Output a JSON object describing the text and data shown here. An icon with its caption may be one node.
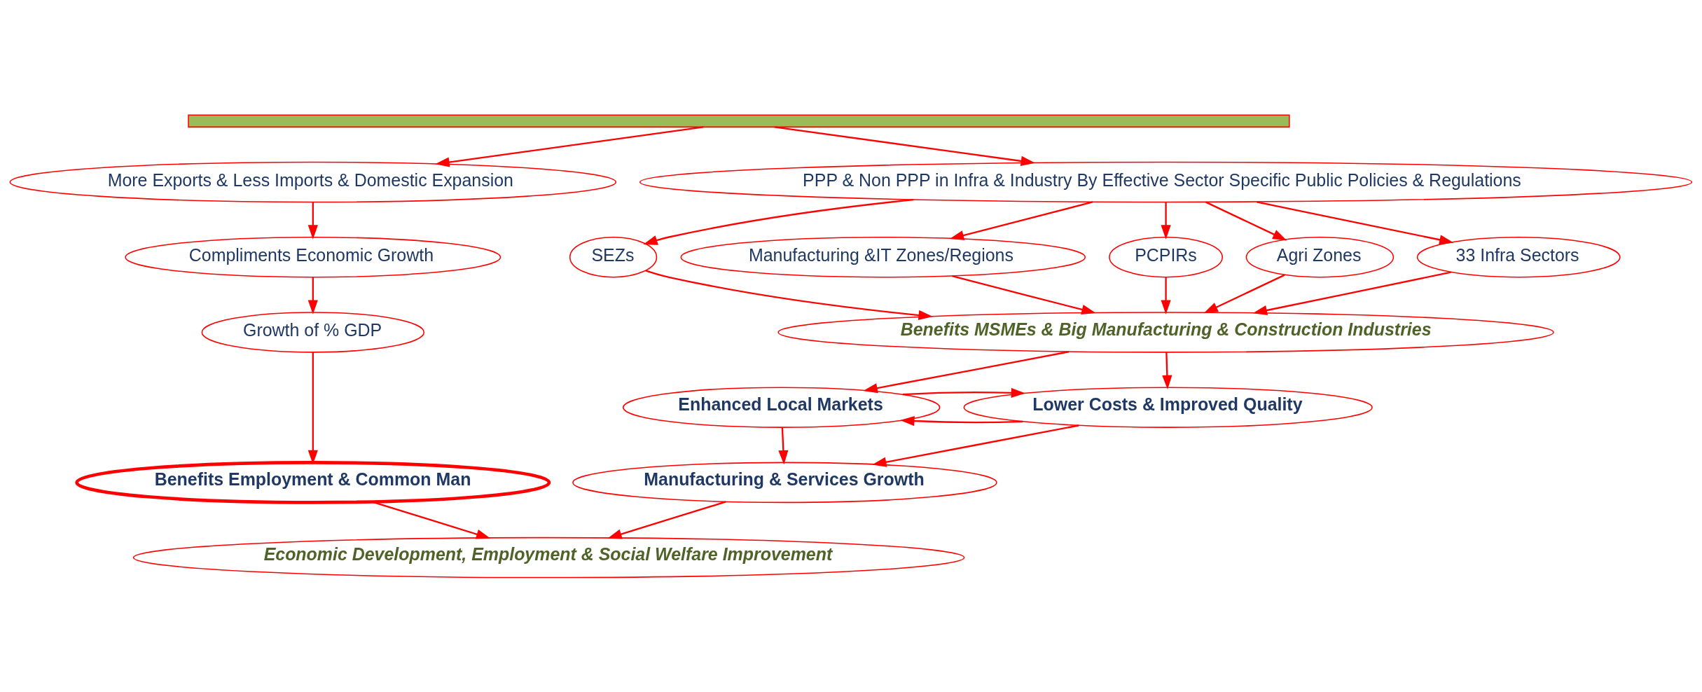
{
  "diagram": {
    "nodes": [
      {
        "text": [],
        "shape": "box"
      },
      {
        "text": [
          "More Exports & Less Imports & Domestic Expansion"
        ]
      },
      {
        "text": [
          "Compliments Economic Growth"
        ]
      },
      {
        "text": [
          "Growth of % GDP"
        ]
      },
      {
        "text": [
          "Benefits Employment & Common Man"
        ]
      },
      {
        "text": [
          "PPP & Non PPP in Infra & Industry By Effective Sector Specific Public Policies & Regulations"
        ]
      },
      {
        "text": [
          "SEZs"
        ]
      },
      {
        "text": [
          "Manufacturing &IT Zones/Regions"
        ]
      },
      {
        "text": [
          "PCPIRs"
        ]
      },
      {
        "text": [
          "Agri Zones"
        ]
      },
      {
        "text": [
          "33 Infra Sectors"
        ]
      },
      {
        "text": [
          "Benefits MSMEs & Big Manufacturing & Construction Industries"
        ]
      },
      {
        "text": [
          "Enhanced Local Markets"
        ]
      },
      {
        "text": [
          "Lower Costs & Improved Quality"
        ]
      },
      {
        "text": [
          "Manufacturing & Services Growth"
        ]
      },
      {
        "text": [
          "Economic Development, Employment & Social Welfare Improvement"
        ]
      }
    ],
    "edges": [
      {
        "from": 0,
        "to": 1,
        "arrow": "to"
      },
      {
        "from": 0,
        "to": 5,
        "arrow": "to"
      },
      {
        "from": 1,
        "to": 2,
        "arrow": "to"
      },
      {
        "from": 2,
        "to": 3,
        "arrow": "to"
      },
      {
        "from": 3,
        "to": 4,
        "arrow": "to"
      },
      {
        "from": 4,
        "to": 15,
        "arrow": "to"
      },
      {
        "from": 5,
        "to": 6,
        "arrow": "to"
      },
      {
        "from": 5,
        "to": 7,
        "arrow": "to"
      },
      {
        "from": 5,
        "to": 8,
        "arrow": "to"
      },
      {
        "from": 5,
        "to": 9,
        "arrow": "to"
      },
      {
        "from": 5,
        "to": 10,
        "arrow": "to"
      },
      {
        "from": 6,
        "to": 11,
        "arrow": "to"
      },
      {
        "from": 7,
        "to": 11,
        "arrow": "to"
      },
      {
        "from": 8,
        "to": 11,
        "arrow": "to"
      },
      {
        "from": 9,
        "to": 11,
        "arrow": "to"
      },
      {
        "from": 10,
        "to": 11,
        "arrow": "to"
      },
      {
        "from": 11,
        "to": 12,
        "arrow": "to"
      },
      {
        "from": 11,
        "to": 13,
        "arrow": "to"
      },
      {
        "from": 13,
        "to": 12,
        "arrow": "to"
      },
      {
        "from": 12,
        "to": 13,
        "arrow": "to"
      },
      {
        "from": 12,
        "to": 14,
        "arrow": "to"
      },
      {
        "from": 13,
        "to": 14,
        "arrow": "to"
      },
      {
        "from": 14,
        "to": 15,
        "arrow": "to"
      }
    ]
  }
}
